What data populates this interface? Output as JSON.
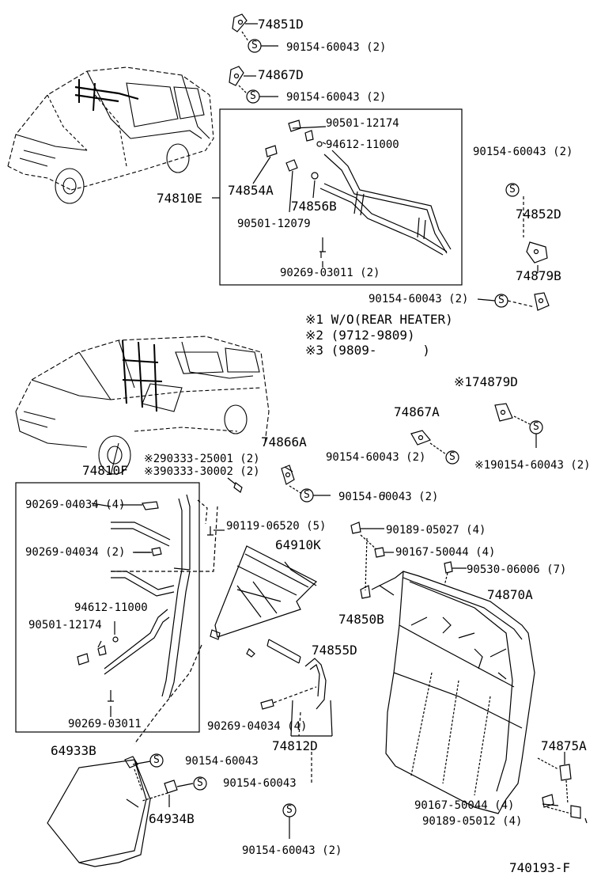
{
  "labels": {
    "p74851D": "74851D",
    "s1": "90154-60043 (2)",
    "p74867D": "74867D",
    "s2": "90154-60043 (2)",
    "p90501a": "90501-12174",
    "p94612a": "94612-11000",
    "p74854A": "74854A",
    "p74810E": "74810E",
    "p74856B": "74856B",
    "p90501b": "90501-12079",
    "p90269a": "90269-03011 (2)",
    "s3": "90154-60043 (2)",
    "p74852D": "74852D",
    "p74879B": "74879B",
    "s4": "90154-60043 (2)",
    "note1": "※1 W/O(REAR HEATER)",
    "note2": "※2 (9712-9809)",
    "note3": "※3 (9809-      )",
    "p74879D": "※174879D",
    "p74867A": "74867A",
    "s5": "90154-60043 (2)",
    "s6": "※190154-60043 (2)",
    "p74866A": "74866A",
    "p90333a": "※290333-25001 (2)",
    "p90333b": "※390333-30002 (2)",
    "p74810F": "74810F",
    "s7": "90154-60043 (2)",
    "p90269b": "90269-04034 (4)",
    "p90119": "90119-06520 (5)",
    "p90269c": "90269-04034 (2)",
    "p90189a": "90189-05027 (4)",
    "p64910K": "64910K",
    "p90167a": "90167-50044 (4)",
    "p90530": "90530-06006 (7)",
    "p74870A": "74870A",
    "p94612b": "94612-11000",
    "p74850B": "74850B",
    "p90501c": "90501-12174",
    "p74855D": "74855D",
    "p90269d": "90269-03011",
    "p90269e": "90269-04034 (4)",
    "p74812D": "74812D",
    "p74875A": "74875A",
    "p64933B": "64933B",
    "s8": "90154-60043",
    "s9": "90154-60043",
    "p64934B": "64934B",
    "p90167b": "90167-50044 (4)",
    "p90189b": "90189-05012 (4)",
    "s10": "90154-60043 (2)",
    "fig": "740193-F"
  },
  "washer_symbol": "S",
  "colors": {
    "ink": "#000000",
    "paper": "#ffffff"
  }
}
